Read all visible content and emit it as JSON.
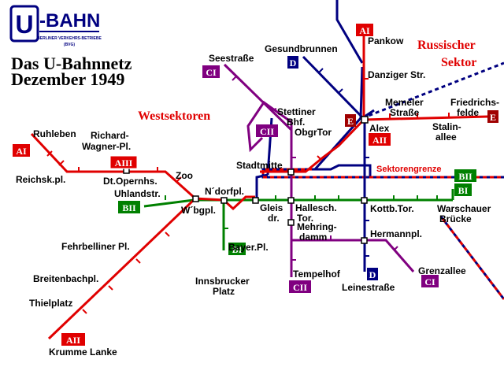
{
  "logo": {
    "letter": "U",
    "word": "-BAHN",
    "sub1": "BERLINER VERKEHRS-BETRIEBE",
    "sub2": "(BVG)"
  },
  "title": {
    "line1": "Das U-Bahnnetz",
    "line2": "Dezember 1949"
  },
  "sectors": {
    "west": "Westsektoren",
    "east_line1": "Russischer",
    "east_line2": "Sektor",
    "border": "Sektorengrenze"
  },
  "colors": {
    "red_line": "#e00000",
    "green_line": "#008000",
    "blue_line": "#000080",
    "purple_line": "#800080",
    "sector_border": "#000080",
    "badge_red": "#e00000",
    "badge_darkred": "#a00000",
    "badge_green": "#008000",
    "badge_blue": "#000080",
    "badge_purple": "#800080"
  },
  "badges": [
    {
      "id": "AI-west",
      "text": "AI",
      "color": "red"
    },
    {
      "id": "AIII",
      "text": "AIII",
      "color": "red"
    },
    {
      "id": "AII-south",
      "text": "AII",
      "color": "red"
    },
    {
      "id": "AI-north",
      "text": "AI",
      "color": "red"
    },
    {
      "id": "AII-east",
      "text": "AII",
      "color": "red"
    },
    {
      "id": "E-mid",
      "text": "E",
      "color": "darkred"
    },
    {
      "id": "E-east",
      "text": "E",
      "color": "darkred"
    },
    {
      "id": "BII-west",
      "text": "BII",
      "color": "green"
    },
    {
      "id": "BI-south",
      "text": "BI",
      "color": "green"
    },
    {
      "id": "BII-east",
      "text": "BII",
      "color": "green"
    },
    {
      "id": "BI-east",
      "text": "BI",
      "color": "green"
    },
    {
      "id": "CI-north",
      "text": "CI",
      "color": "purple"
    },
    {
      "id": "CII-north",
      "text": "CII",
      "color": "purple"
    },
    {
      "id": "CII-south",
      "text": "CII",
      "color": "purple"
    },
    {
      "id": "CI-east",
      "text": "CI",
      "color": "purple"
    },
    {
      "id": "D-north",
      "text": "D",
      "color": "blue"
    },
    {
      "id": "D-south",
      "text": "D",
      "color": "blue"
    }
  ],
  "stations": {
    "ruhleben": "Ruhleben",
    "reichskpl": "Reichsk.pl.",
    "richard": "Richard-",
    "wagner": "Wagner-Pl.",
    "dtopern": "Dt.Opernhs.",
    "zoo": "Zoo",
    "uhlandstr": "Uhlandstr.",
    "wbgpl": "W´bgpl.",
    "ndorfpl": "N´dorfpl.",
    "fehrbelliner": "Fehrbelliner Pl.",
    "breitenbach": "Breitenbachpl.",
    "thielplatz": "Thielplatz",
    "krumme": "Krumme Lanke",
    "seestrasse": "Seestraße",
    "gesundbrunnen": "Gesundbrunnen",
    "pankow": "Pankow",
    "danziger": "Danziger Str.",
    "memeler1": "Memeler",
    "memeler2": "Straße",
    "friedrichs1": "Friedrichs-",
    "friedrichs2": "felde",
    "stettiner1": "Stettiner",
    "stettiner2": "Bhf.",
    "obgrtor": "ObgrTor",
    "alex": "Alex",
    "stalin1": "Stalin-",
    "stalin2": "allee",
    "stadtmitte": "Stadtmitte",
    "gleis1": "Gleis",
    "gleis2": "dr.",
    "hallesch1": "Hallesch.",
    "hallesch2": "Tor.",
    "mehring1": "Mehring-",
    "mehring2": "damm",
    "kottb": "Kottb.Tor.",
    "warschauer1": "Warschauer",
    "warschauer2": "Brücke",
    "bayerpl": "Bayer.Pl.",
    "innsbrucker1": "Innsbrucker",
    "innsbrucker2": "Platz",
    "tempelhof": "Tempelhof",
    "leinestr": "Leinestraße",
    "hermannpl": "Hermannpl.",
    "grenzallee": "Grenzallee"
  }
}
